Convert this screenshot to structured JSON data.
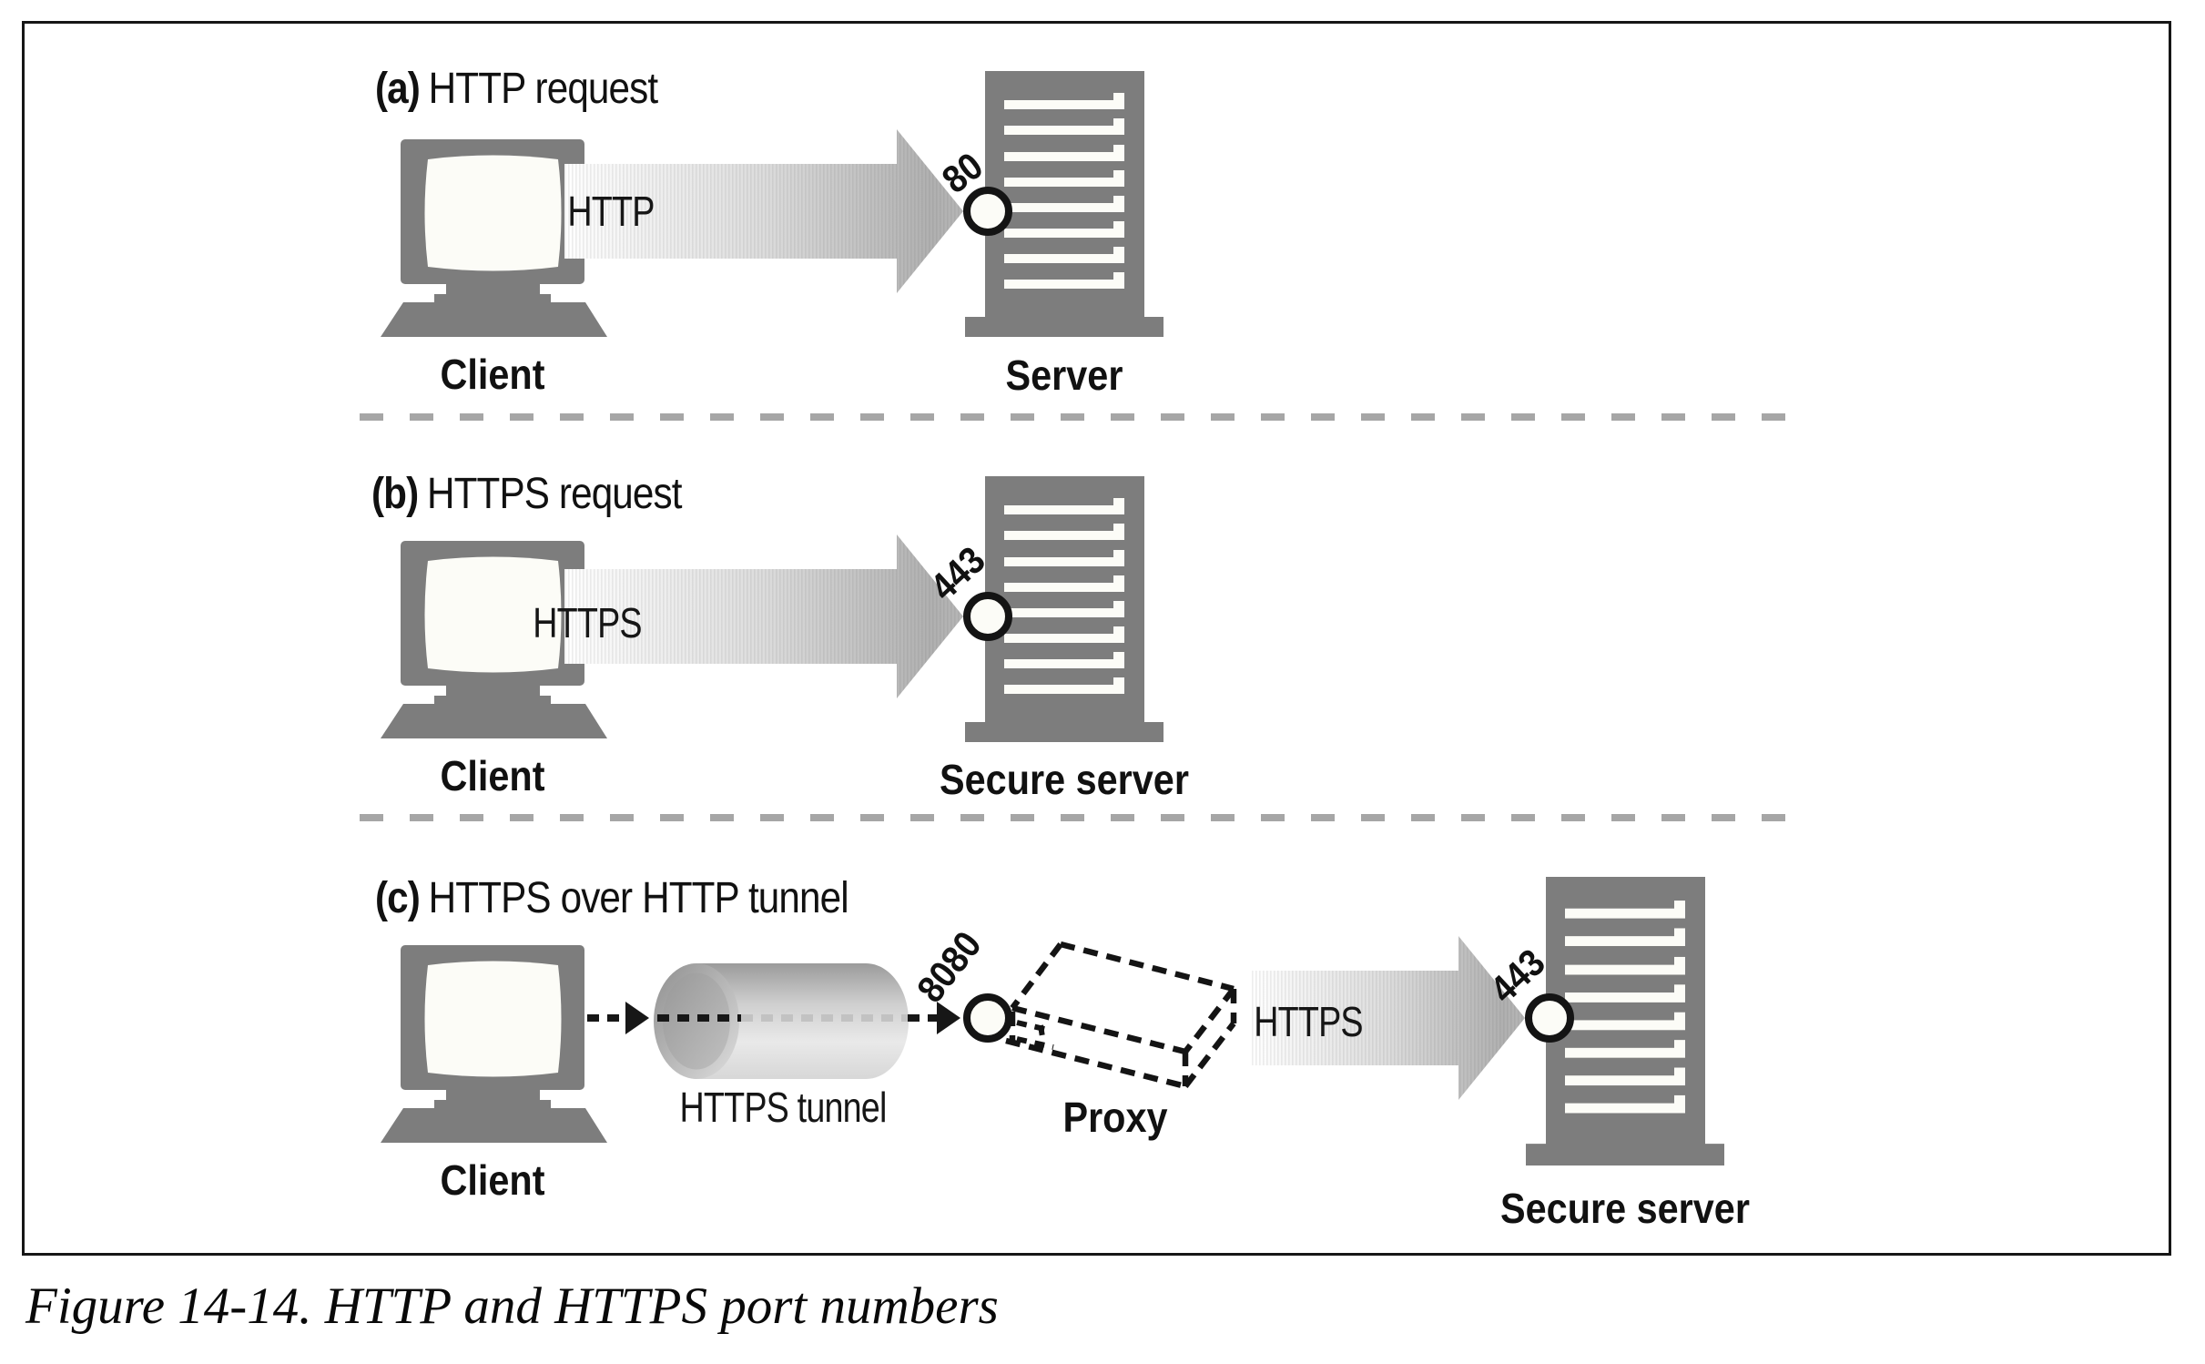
{
  "figure": {
    "caption": "Figure 14-14. HTTP and HTTPS port numbers"
  },
  "colors": {
    "icon_gray": "#7d7d7d",
    "text": "#111111",
    "separator_gray": "#a6a6a6",
    "arrow_gradient_start": "#ffffff",
    "arrow_gradient_end": "#b0b0b0",
    "port_circle_fill": "#fcfcf7",
    "port_circle_ring": "#141414"
  },
  "sections": [
    {
      "tag": "(a)",
      "title": "HTTP request",
      "client": "Client",
      "protocol": "HTTP",
      "port": "80",
      "server": "Server"
    },
    {
      "tag": "(b)",
      "title": "HTTPS request",
      "client": "Client",
      "protocol": "HTTPS",
      "port": "443",
      "server": "Secure server"
    },
    {
      "tag": "(c)",
      "title": "HTTPS over HTTP tunnel",
      "client": "Client",
      "tunnel": "HTTPS tunnel",
      "proxy": "Proxy",
      "proxy_port": "8080",
      "protocol": "HTTPS",
      "server_port": "443",
      "server": "Secure server"
    }
  ]
}
